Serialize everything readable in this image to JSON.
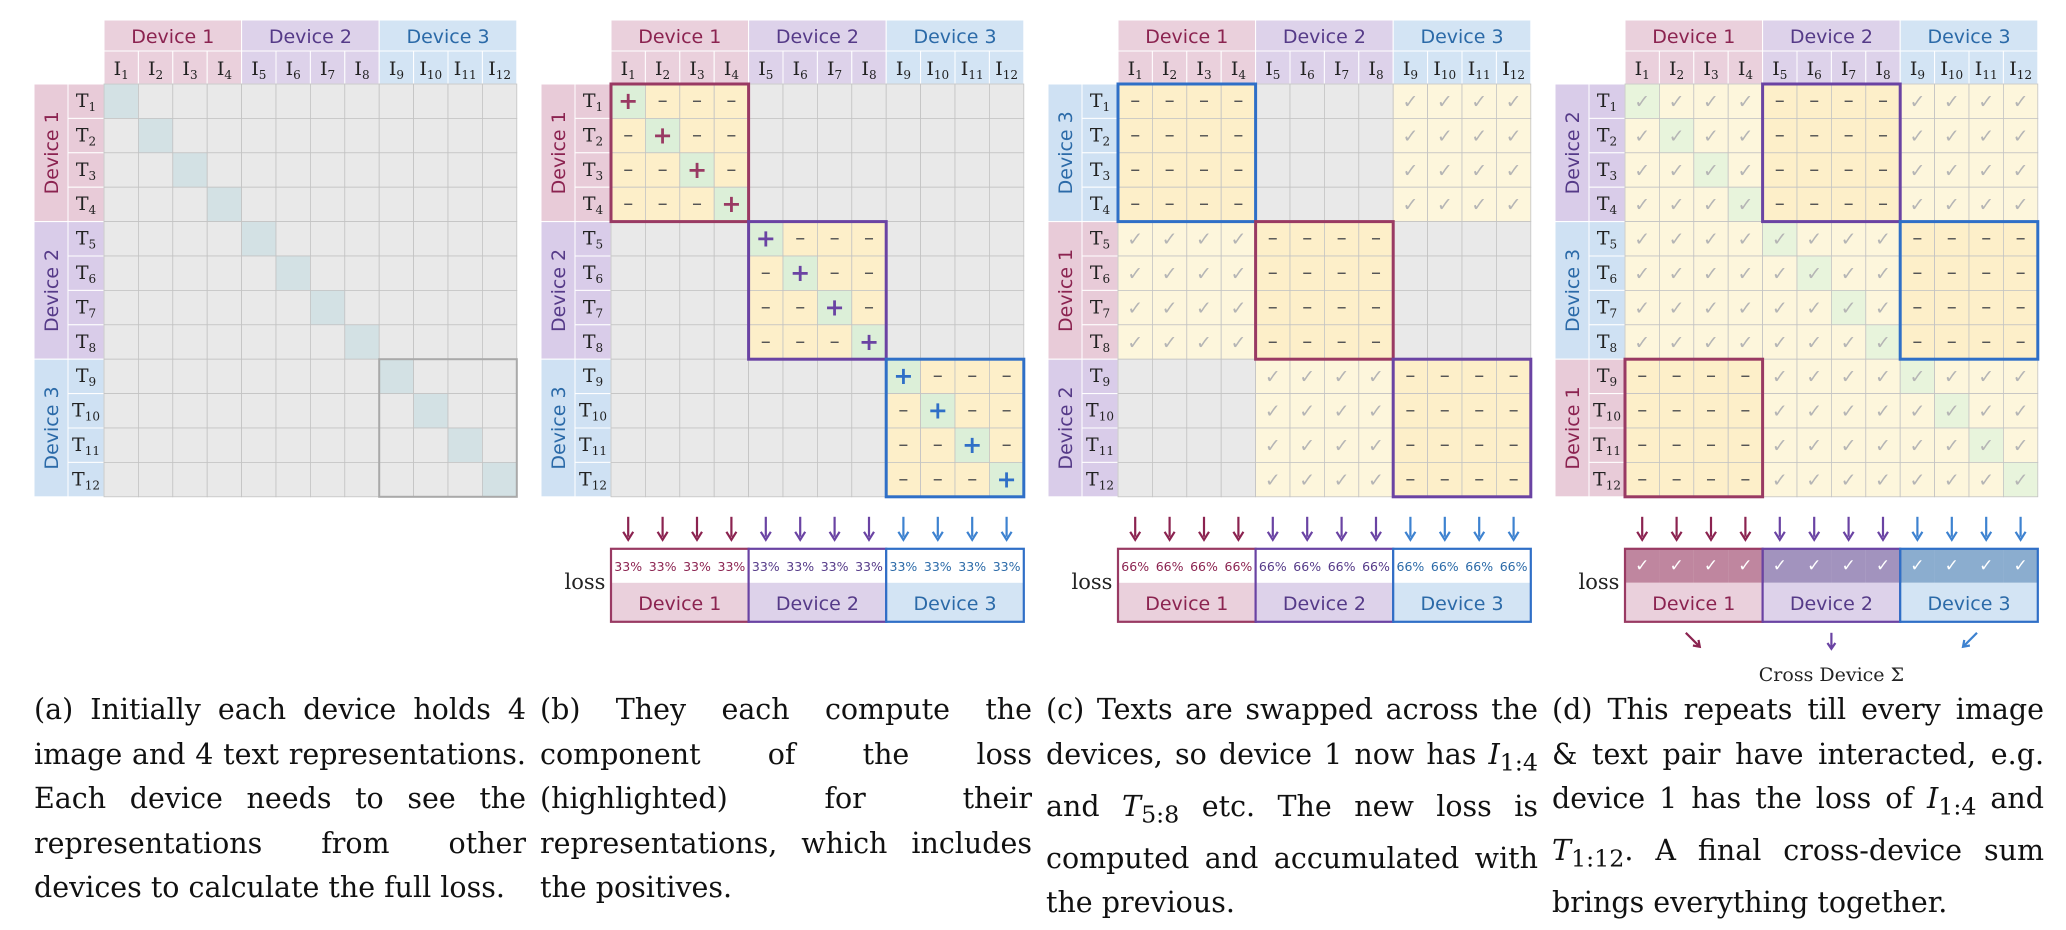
{
  "colors": {
    "device1": {
      "head": "#ead0dc",
      "side": "#e8cbd8",
      "text": "#8b2350",
      "border": "#993a63",
      "arrow": "#8b2350"
    },
    "device2": {
      "head": "#ddd2ea",
      "side": "#d9cce9",
      "text": "#553a88",
      "border": "#6a43a3",
      "arrow": "#6a43a3"
    },
    "device3": {
      "head": "#d3e4f4",
      "side": "#cfe1f3",
      "text": "#2b6aa8",
      "border": "#2f6fc7",
      "arrow": "#3d82d0"
    },
    "grid": "#e9e9e9",
    "gridline": "#c3c3c3",
    "diag_a": "#d3e1e4",
    "block": "#fdefc9",
    "done": "#fdf6dc",
    "diag_done": "#e8f4dc",
    "plus_diag": "#dcefd8",
    "check": "#b5b5b5",
    "dash": "#555555"
  },
  "icons": [
    "down-arrow-icon",
    "check-icon",
    "plus-icon",
    "minus-icon",
    "sum-icon"
  ],
  "devices": [
    "Device 1",
    "Device 2",
    "Device 3"
  ],
  "image_sub": [
    "1",
    "2",
    "3",
    "4",
    "5",
    "6",
    "7",
    "8",
    "9",
    "10",
    "11",
    "12"
  ],
  "text_sub": [
    "1",
    "2",
    "3",
    "4",
    "5",
    "6",
    "7",
    "8",
    "9",
    "10",
    "11",
    "12"
  ],
  "glyphs": {
    "I": "I",
    "T": "T",
    "plus": "+",
    "minus": "–",
    "check": "✓"
  },
  "panels": [
    {
      "id": "a",
      "row_devices": [
        "Device 1",
        "Device 2",
        "Device 3"
      ],
      "loss": null
    },
    {
      "id": "b",
      "row_devices": [
        "Device 1",
        "Device 2",
        "Device 3"
      ],
      "loss": {
        "label": "loss",
        "values": [
          "33%",
          "33%",
          "33%",
          "33%",
          "33%",
          "33%",
          "33%",
          "33%",
          "33%",
          "33%",
          "33%",
          "33%"
        ]
      }
    },
    {
      "id": "c",
      "row_devices": [
        "Device 3",
        "Device 1",
        "Device 2"
      ],
      "loss": {
        "label": "loss",
        "values": [
          "66%",
          "66%",
          "66%",
          "66%",
          "66%",
          "66%",
          "66%",
          "66%",
          "66%",
          "66%",
          "66%",
          "66%"
        ]
      }
    },
    {
      "id": "d",
      "row_devices": [
        "Device 2",
        "Device 3",
        "Device 1"
      ],
      "loss": {
        "label": "loss",
        "values": [
          "✓",
          "✓",
          "✓",
          "✓",
          "✓",
          "✓",
          "✓",
          "✓",
          "✓",
          "✓",
          "✓",
          "✓"
        ]
      },
      "sum_label": "Cross Device Σ"
    }
  ],
  "captions": {
    "a": "(a) Initially each device holds 4 image and 4 text representations. Each device needs to see the representations from other devices to calculate the full loss.",
    "b": "(b) They each compute the component of the loss (highlighted) for their representations, which includes the positives.",
    "c_1": "(c) Texts are swapped across the devices, so device 1 now has ",
    "c_2": "I",
    "c_3": "1:4",
    "c_4": " and ",
    "c_5": "T",
    "c_6": "5:8",
    "c_7": " etc. The new loss is computed and accumulated with the previous.",
    "d_1": "(d) This repeats till every image & text pair have interacted, e.g. device 1 has the loss of ",
    "d_2": "I",
    "d_3": "1:4",
    "d_4": " and ",
    "d_5": "T",
    "d_6": "1:12",
    "d_7": ". A final cross-device sum brings everything together."
  }
}
